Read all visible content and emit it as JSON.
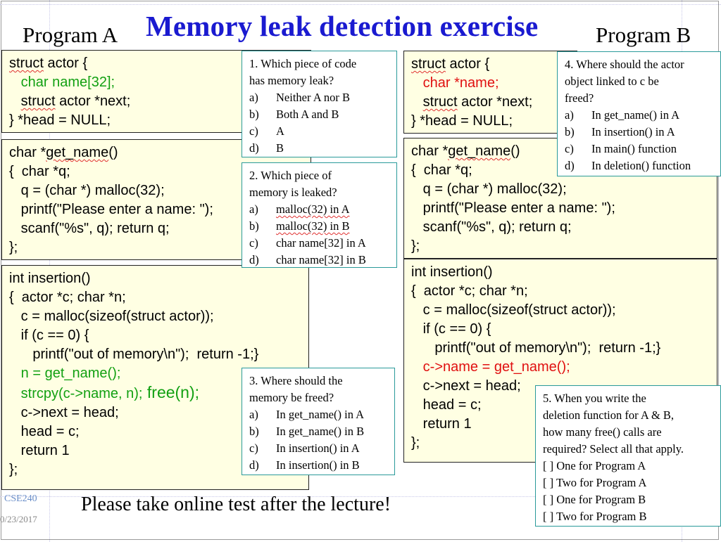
{
  "slide": {
    "title": "Memory leak detection exercise",
    "program_a_label": "Program A",
    "program_b_label": "Program B",
    "footer_text": "Please take online test after the lecture!",
    "course": "CSE240",
    "date": "0/23/2017",
    "colors": {
      "title": "#1a1ad0",
      "code_bg": "#ffffe3",
      "green": "#12a012",
      "red": "#e01010",
      "question_border": "#2a9a9a"
    }
  },
  "program_a": {
    "struct_box": [
      "struct actor {",
      "   char name[32];",
      "   struct actor *next;",
      "} *head = NULL;"
    ],
    "get_name_box": [
      "char *get_name()",
      "{  char *q;",
      "   q = (char *) malloc(32);",
      "   printf(\"Please enter a name: \");",
      "   scanf(\"%s\", q); return q;",
      "};"
    ],
    "insertion_box": {
      "l1": "int insertion()",
      "l2": "{  actor *c; char *n;",
      "l3": "   c = malloc(sizeof(struct actor));",
      "l4": "   if (c == 0) {",
      "l5": "      printf(\"out of memory\\n\");  return -1;}",
      "l6": "   n = get_name();",
      "l7a": "   strcpy(c->name, n);",
      "l7b": " free(n);",
      "l8": "   c->next = head;",
      "l9": "   head = c;",
      "l10": "   return 1",
      "l11": "};"
    }
  },
  "program_b": {
    "struct_box": [
      "struct actor {",
      "   char *name;",
      "   struct actor *next;",
      "} *head = NULL;"
    ],
    "get_name_box": [
      "char *get_name()",
      "{  char *q;",
      "   q = (char *) malloc(32);",
      "   printf(\"Please enter a name: \");",
      "   scanf(\"%s\", q); return q;",
      "};"
    ],
    "insertion_box": [
      "int insertion()",
      "{  actor *c; char *n;",
      "   c = malloc(sizeof(struct actor));",
      "   if (c == 0) {",
      "      printf(\"out of memory\\n\");  return -1;}",
      "   c->name = get_name();",
      "   c->next = head;",
      "   head = c;",
      "   return 1",
      "};"
    ]
  },
  "questions": {
    "q1": {
      "text": [
        "1. Which piece of code",
        "has memory leak?"
      ],
      "options": [
        {
          "letter": "a)",
          "text": "Neither A nor B"
        },
        {
          "letter": "b)",
          "text": "Both A and B"
        },
        {
          "letter": "c)",
          "text": "A"
        },
        {
          "letter": "d)",
          "text": "B"
        }
      ]
    },
    "q2": {
      "text": [
        "2. Which piece of",
        "memory is leaked?"
      ],
      "options": [
        {
          "letter": "a)",
          "text": "malloc(32) in A"
        },
        {
          "letter": "b)",
          "text": "malloc(32) in B"
        },
        {
          "letter": "c)",
          "text": "char name[32] in A"
        },
        {
          "letter": "d)",
          "text": "char name[32] in B"
        }
      ]
    },
    "q3": {
      "text": [
        "3. Where should the",
        "memory be freed?"
      ],
      "options": [
        {
          "letter": "a)",
          "text": "In get_name() in A"
        },
        {
          "letter": "b)",
          "text": "In get_name() in B"
        },
        {
          "letter": "c)",
          "text": "In insertion() in A"
        },
        {
          "letter": "d)",
          "text": "In insertion() in B"
        }
      ]
    },
    "q4": {
      "text": [
        "4. Where should the actor",
        "object linked to c be",
        "freed?"
      ],
      "options": [
        {
          "letter": "a)",
          "text": "In get_name() in A"
        },
        {
          "letter": "b)",
          "text": "In insertion() in A"
        },
        {
          "letter": "c)",
          "text": "In main() function"
        },
        {
          "letter": "d)",
          "text": "In deletion() function"
        }
      ]
    },
    "q5": {
      "text": [
        "5. When you write the",
        "deletion function for A & B,",
        "how many free() calls are",
        "required? Select all that apply."
      ],
      "checkboxes": [
        "[  ] One for Program A",
        "[  ] Two for Program A",
        "[  ] One for Program B",
        "[  ] Two for Program B"
      ]
    }
  }
}
